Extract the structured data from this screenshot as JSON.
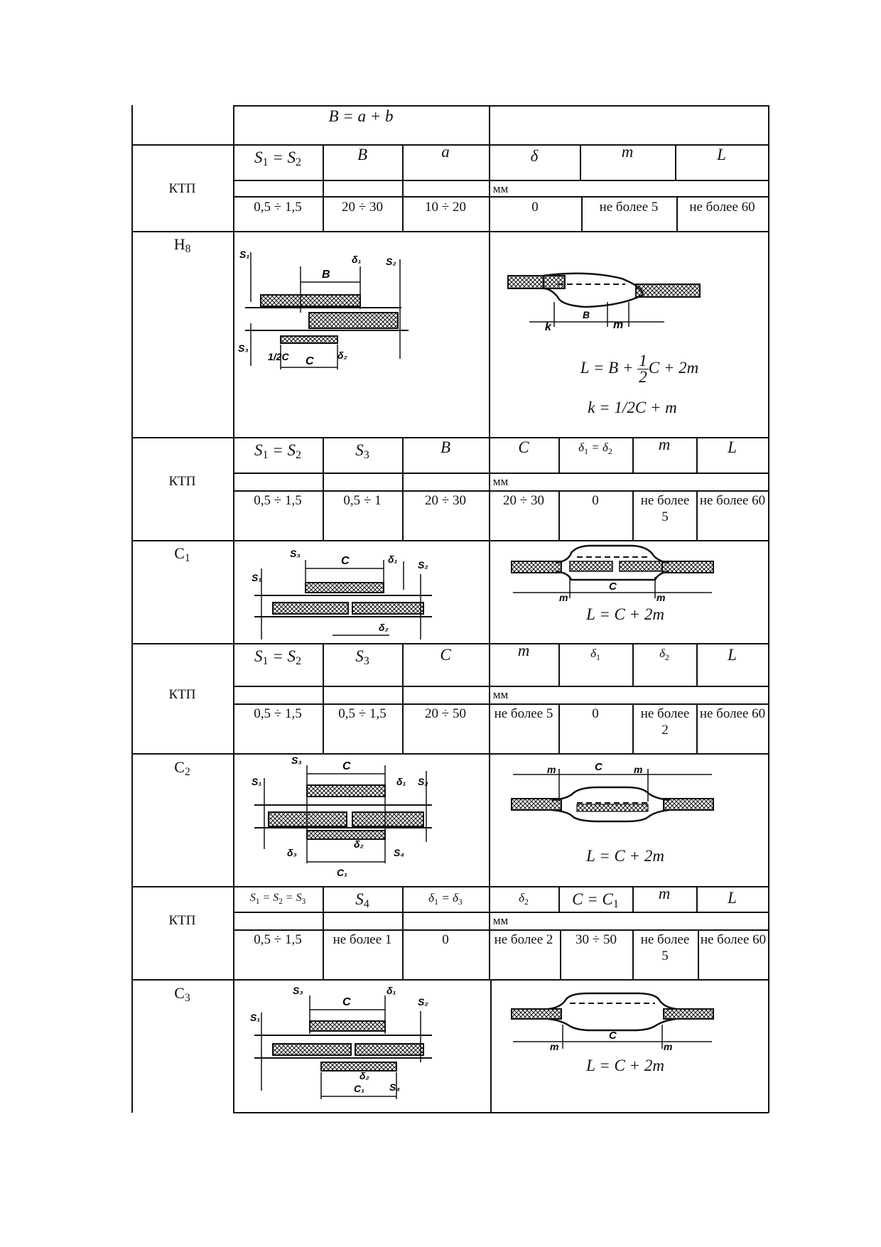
{
  "header": {
    "formula": "B = a + b"
  },
  "unit": "мм",
  "ktp": "КТП",
  "blocks": {
    "h8": {
      "id": "Н8",
      "params": [
        "S1 = S2",
        "B",
        "a",
        "δ",
        "m",
        "L"
      ],
      "values": [
        "0,5 ÷ 1,5",
        "20 ÷ 30",
        "10 ÷ 20",
        "0",
        "не более 5",
        "не более 60"
      ],
      "formula1": "L = B + ½C + 2m",
      "formula2": "k = 1/2C + m"
    },
    "c1": {
      "id": "С1",
      "params": [
        "S1 = S2",
        "S3",
        "B",
        "C",
        "δ1 = δ2",
        "m",
        "L"
      ],
      "values": [
        "0,5 ÷ 1,5",
        "0,5 ÷ 1",
        "20 ÷ 30",
        "20 ÷ 30",
        "0",
        "не более 5",
        "не более 60"
      ],
      "formula": "L = C + 2m"
    },
    "c2": {
      "id": "С2",
      "params": [
        "S1 = S2",
        "S3",
        "C",
        "m",
        "δ1",
        "δ2",
        "L"
      ],
      "values": [
        "0,5 ÷ 1,5",
        "0,5 ÷ 1,5",
        "20 ÷ 50",
        "не более 5",
        "0",
        "не более 2",
        "не более 60"
      ],
      "formula": "L = C + 2m"
    },
    "c3": {
      "id": "С3",
      "params": [
        "S1 = S2 = S3",
        "S4",
        "δ1 = δ3",
        "δ2",
        "C = C1",
        "m",
        "L"
      ],
      "values": [
        "0,5 ÷ 1,5",
        "не более 1",
        "0",
        "не более 2",
        "30 ÷ 50",
        "не более 5",
        "не более 60"
      ],
      "formula": "L = C + 2m"
    }
  }
}
